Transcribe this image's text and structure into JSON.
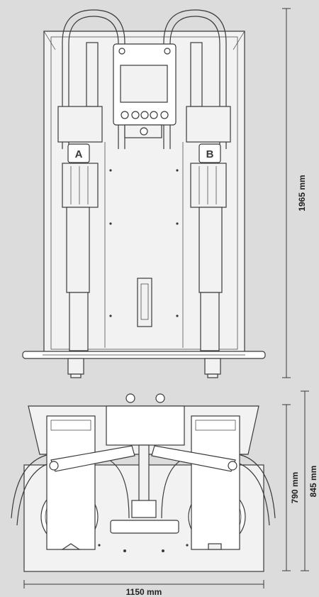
{
  "labels": {
    "pump_a": "A",
    "pump_b": "B"
  },
  "dimensions": {
    "height": "1965 mm",
    "depth_inner": "790 mm",
    "depth_outer": "845 mm",
    "width": "1150 mm"
  },
  "colors": {
    "background": "#dcdcdc",
    "line": "#3a3a3a"
  }
}
